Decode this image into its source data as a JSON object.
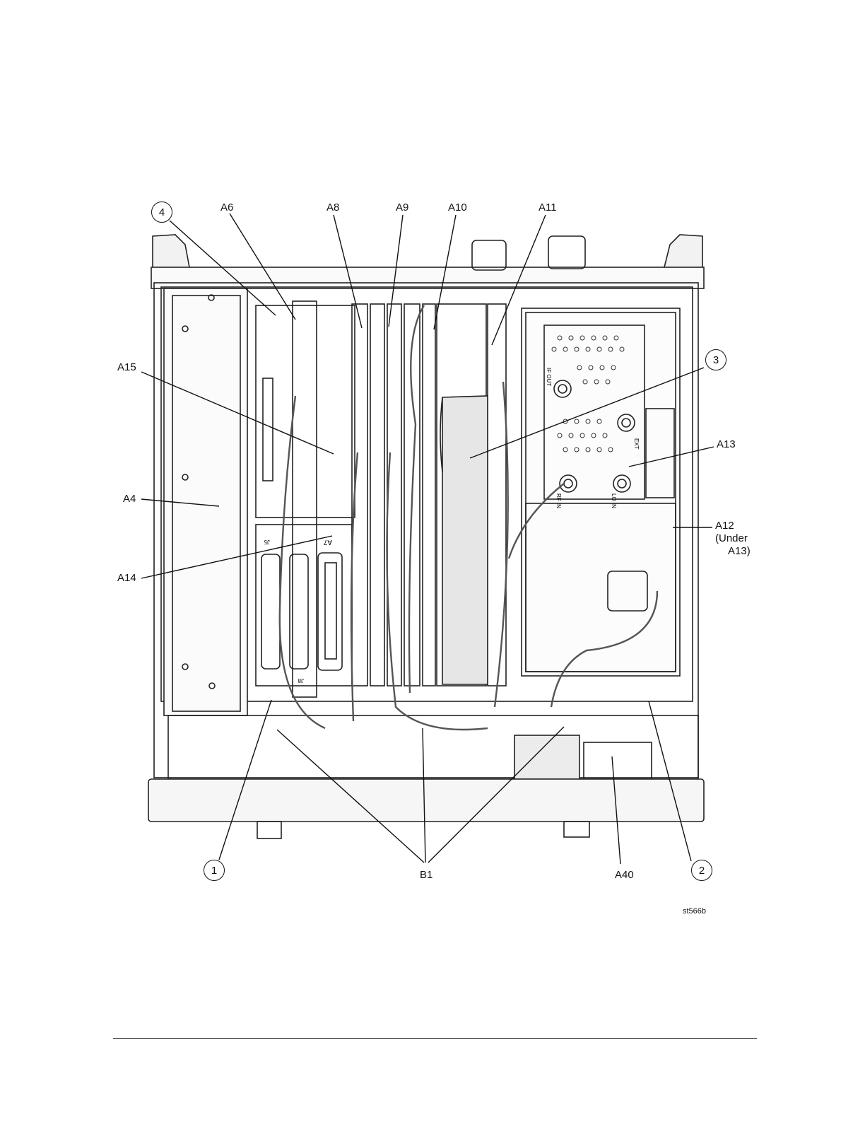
{
  "figure": {
    "code": "st566b",
    "callouts": {
      "c1": "1",
      "c2": "2",
      "c3": "3",
      "c4": "4"
    },
    "labels": {
      "A4": "A4",
      "A6": "A6",
      "A7": "A7",
      "A8": "A8",
      "A9": "A9",
      "A10": "A10",
      "A11": "A11",
      "A12": "A12",
      "A12_note_1": "(Under",
      "A12_note_2": "A13)",
      "A13": "A13",
      "A14": "A14",
      "A15": "A15",
      "A40": "A40",
      "B1": "B1"
    },
    "panel_text": {
      "if_out": "IF OUT",
      "ext": "EXT",
      "rf_in": "RF IN",
      "lo_in": "LO IN",
      "j8": "J8",
      "j5": "J5"
    }
  }
}
